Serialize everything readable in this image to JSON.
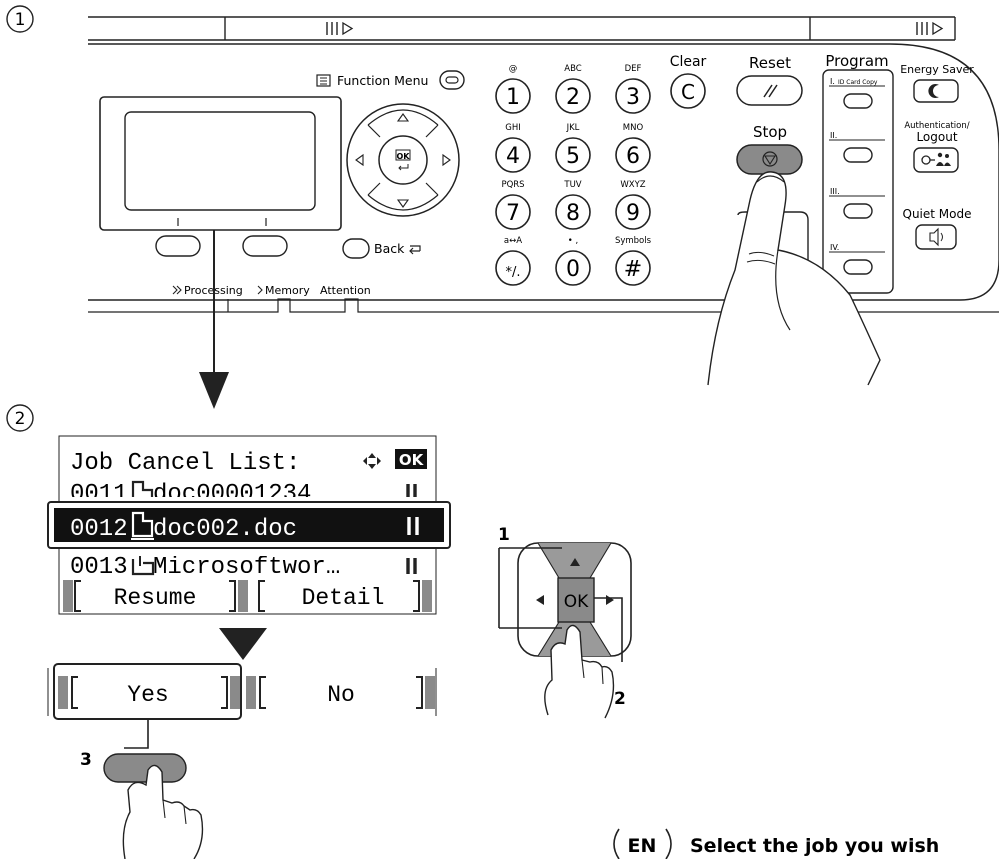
{
  "steps": {
    "step1": "1",
    "step2": "2",
    "callout1": "1",
    "callout2": "2",
    "callout3": "3"
  },
  "panel": {
    "function_menu": "Function Menu",
    "back": "Back",
    "indicators": [
      "Processing",
      "Memory",
      "Attention"
    ],
    "keypad": [
      {
        "sub": "@",
        "key": "1"
      },
      {
        "sub": "ABC",
        "key": "2"
      },
      {
        "sub": "DEF",
        "key": "3"
      },
      {
        "sub": "GHI",
        "key": "4"
      },
      {
        "sub": "JKL",
        "key": "5"
      },
      {
        "sub": "MNO",
        "key": "6"
      },
      {
        "sub": "PQRS",
        "key": "7"
      },
      {
        "sub": "TUV",
        "key": "8"
      },
      {
        "sub": "WXYZ",
        "key": "9"
      },
      {
        "sub": "a↔A",
        "key": "*/."
      },
      {
        "sub": "• ,",
        "key": "0"
      },
      {
        "sub": "Symbols",
        "key": "#"
      }
    ],
    "clear": "Clear",
    "clear_key": "C",
    "reset": "Reset",
    "stop": "Stop",
    "program": "Program",
    "program_slots": [
      "I.",
      "II.",
      "III.",
      "IV."
    ],
    "id_card_copy": "ID Card Copy",
    "energy_saver": "Energy Saver",
    "authentication": "Authentication/",
    "logout": "Logout",
    "quiet_mode": "Quiet Mode",
    "ok_key": "OK"
  },
  "lcd": {
    "title": "Job Cancel List:",
    "ok_badge": "OK",
    "rows": [
      {
        "id": "0011",
        "name": "doc00001234",
        "selected": false
      },
      {
        "id": "0012",
        "name": "doc002.doc",
        "selected": true
      },
      {
        "id": "0013",
        "name": "Microsoftwor…",
        "selected": false
      }
    ],
    "soft_left": "Resume",
    "soft_right": "Detail"
  },
  "confirm": {
    "yes": "Yes",
    "no": "No"
  },
  "dpad": {
    "ok": "OK"
  },
  "caption": {
    "lang": "EN",
    "text": "Select the job you wish"
  }
}
